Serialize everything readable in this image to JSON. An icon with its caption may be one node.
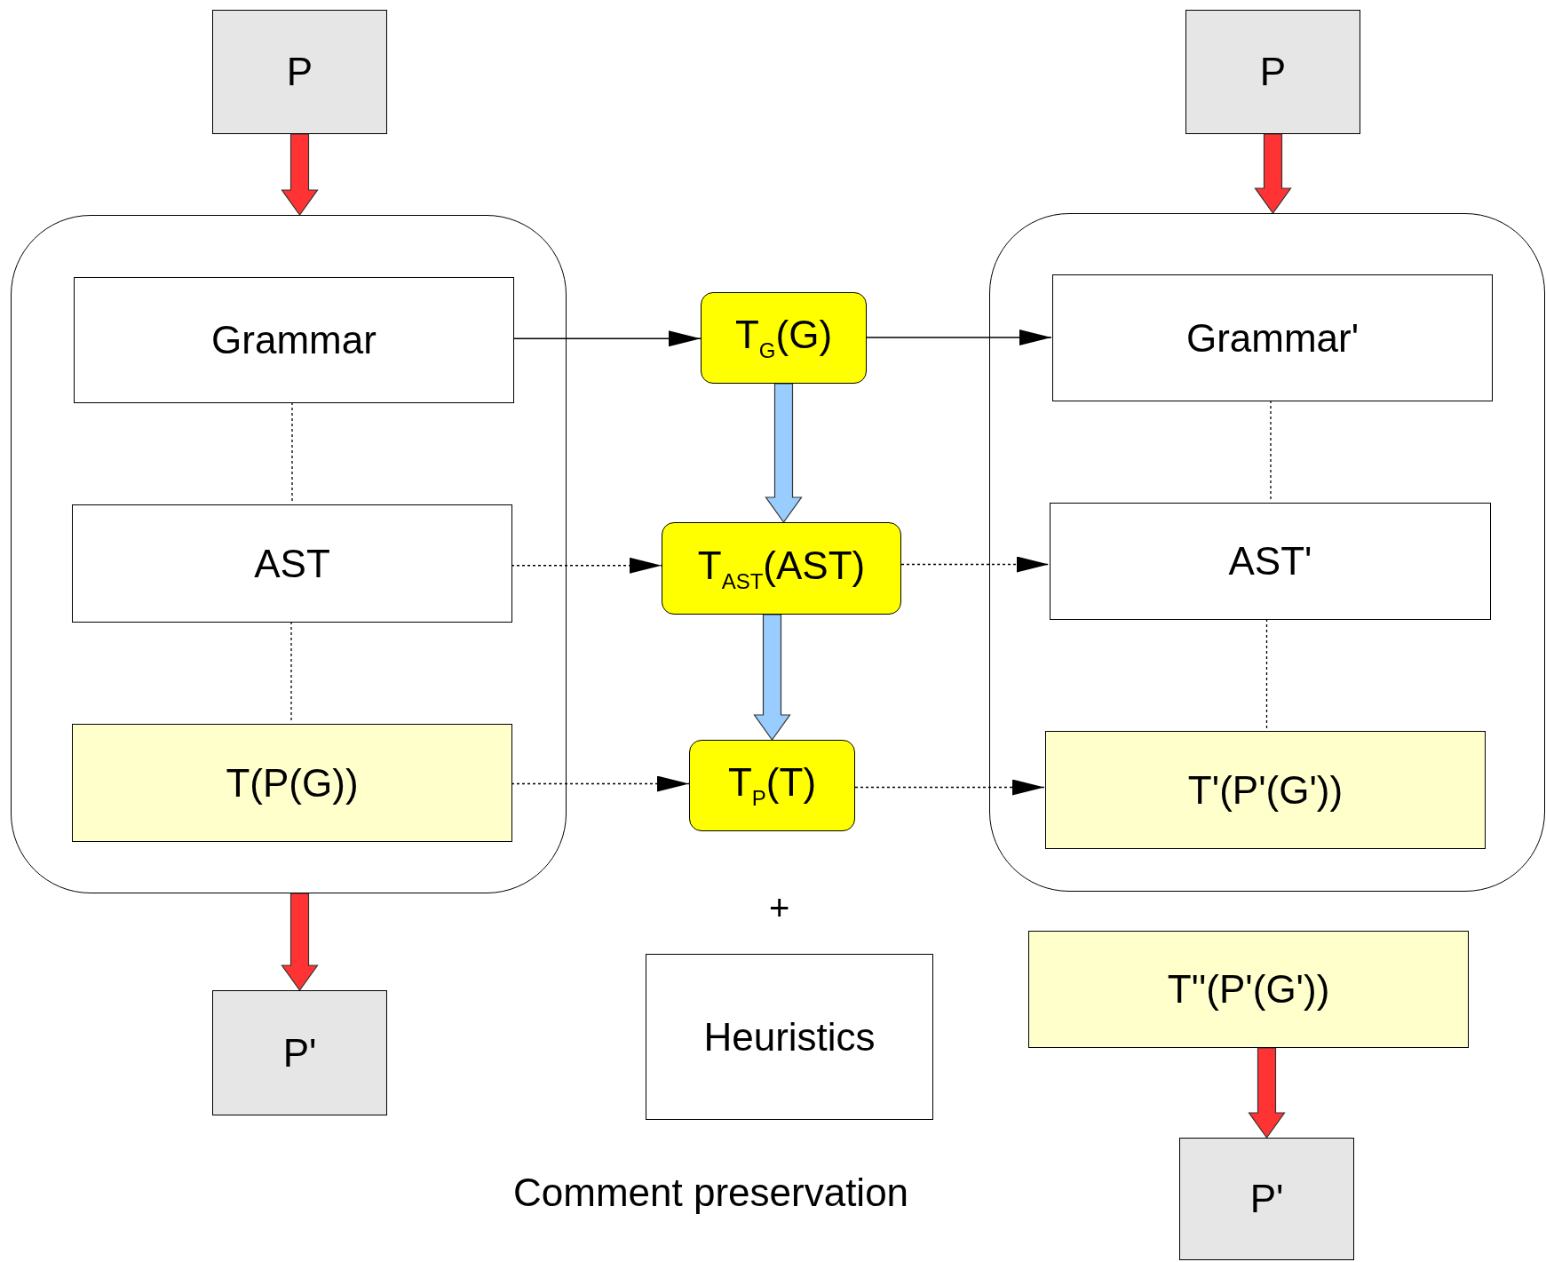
{
  "diagram": {
    "nodes": [
      {
        "text": [
          "P"
        ]
      },
      {
        "text": [],
        "shape": "box"
      },
      {
        "text": [
          "Grammar"
        ],
        "in": 1
      },
      {
        "text": [
          "AST"
        ],
        "in": 1
      },
      {
        "text": [
          "T(P(G))"
        ],
        "in": 1
      },
      {
        "text": [
          "P'"
        ]
      },
      {
        "text": [
          "T$_{G}$(G)"
        ]
      },
      {
        "text": [
          "T$_{AST}$(AST)"
        ]
      },
      {
        "text": [
          "T$_{P}$(T)"
        ]
      },
      {
        "text": [
          "Heuristics"
        ]
      },
      {
        "text": [
          "P"
        ]
      },
      {
        "text": [],
        "shape": "box"
      },
      {
        "text": [
          "Grammar'"
        ],
        "in": 11
      },
      {
        "text": [
          "AST'"
        ],
        "in": 11
      },
      {
        "text": [
          "T'(P'(G'))"
        ],
        "in": 11
      },
      {
        "text": [
          "T''(P'(G'))"
        ]
      },
      {
        "text": [
          "P'"
        ]
      }
    ],
    "edges": [
      {
        "from": 0,
        "to": 1,
        "arrow": "to",
        "style": "thick",
        "color": "#ff3333"
      },
      {
        "from": 1,
        "to": 5,
        "arrow": "to",
        "style": "thick",
        "color": "#ff3333"
      },
      {
        "from": 10,
        "to": 11,
        "arrow": "to",
        "style": "thick",
        "color": "#ff3333"
      },
      {
        "from": 15,
        "to": 16,
        "arrow": "to",
        "style": "thick",
        "color": "#ff3333"
      },
      {
        "from": 2,
        "to": 6,
        "arrow": "to"
      },
      {
        "from": 6,
        "to": 12,
        "arrow": "to"
      },
      {
        "from": 3,
        "to": 7,
        "arrow": "to",
        "style": "dashed"
      },
      {
        "from": 7,
        "to": 13,
        "arrow": "to",
        "style": "dashed"
      },
      {
        "from": 4,
        "to": 8,
        "arrow": "to",
        "style": "dashed"
      },
      {
        "from": 8,
        "to": 14,
        "arrow": "to",
        "style": "dashed"
      },
      {
        "from": 6,
        "to": 7,
        "arrow": "to",
        "style": "thick",
        "color": "#99ccff"
      },
      {
        "from": 7,
        "to": 8,
        "arrow": "to",
        "style": "thick",
        "color": "#99ccff"
      },
      {
        "from": 2,
        "to": 3,
        "arrow": "none",
        "style": "dashed"
      },
      {
        "from": 3,
        "to": 4,
        "arrow": "none",
        "style": "dashed"
      },
      {
        "from": 12,
        "to": 13,
        "arrow": "none",
        "style": "dashed"
      },
      {
        "from": 13,
        "to": 14,
        "arrow": "none",
        "style": "dashed"
      }
    ],
    "labels": [
      "+",
      "Comment preservation"
    ]
  }
}
